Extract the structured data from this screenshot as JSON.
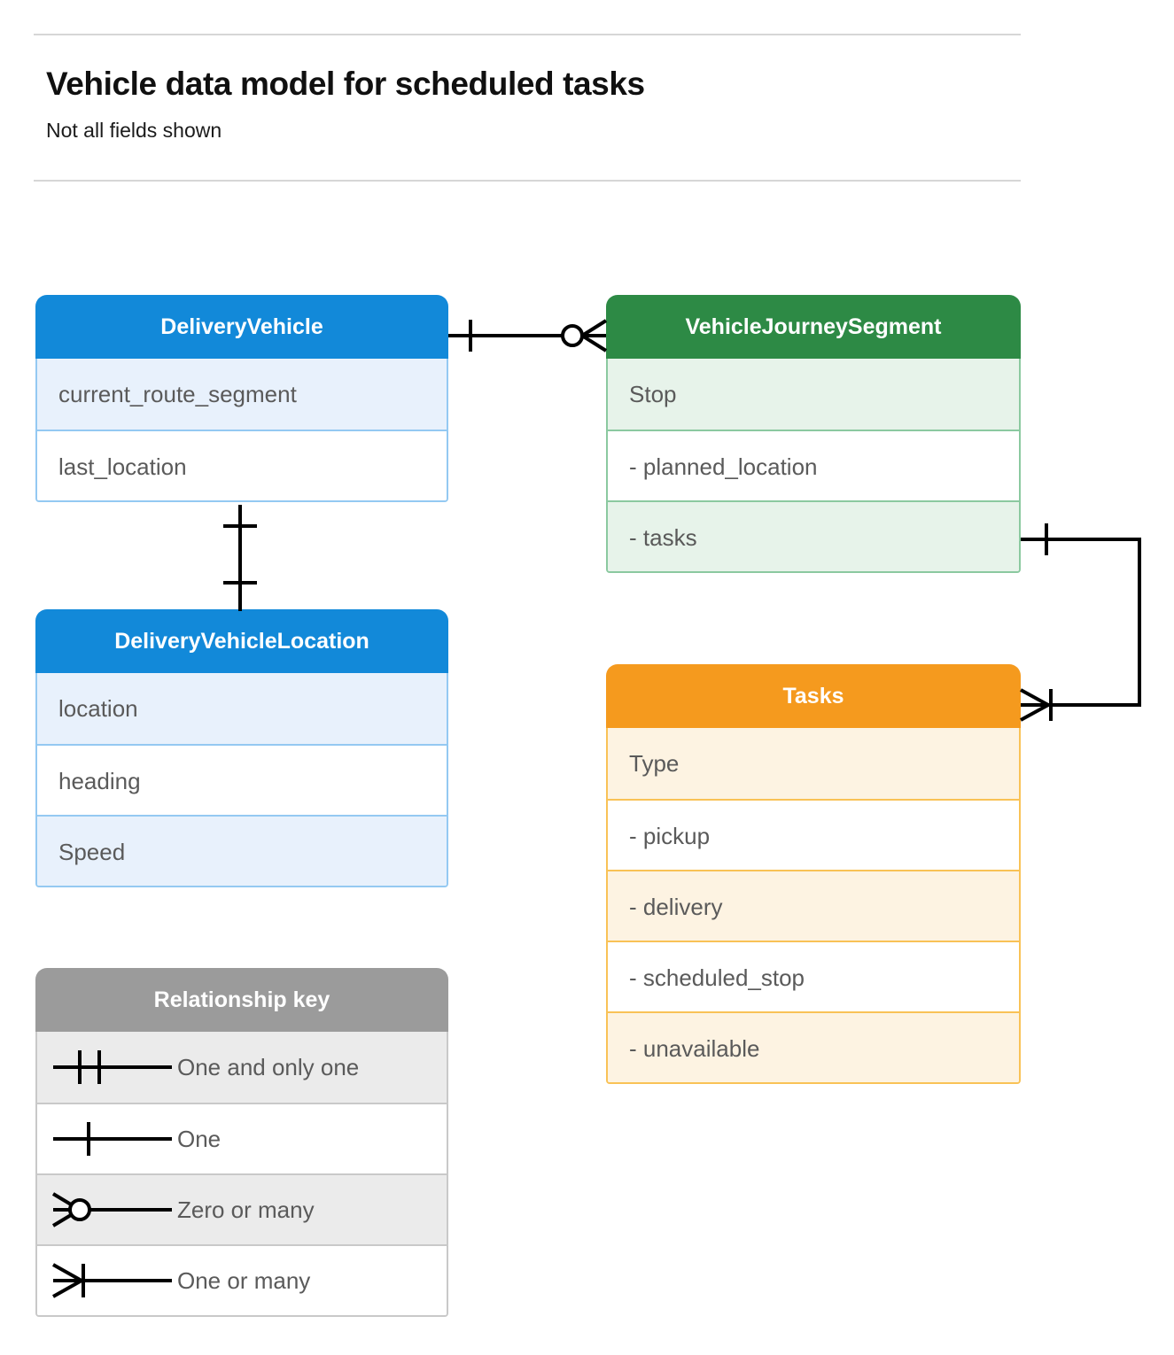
{
  "header": {
    "title": "Vehicle data model for scheduled tasks",
    "subtitle": "Not all fields shown"
  },
  "colors": {
    "blue_header": "#1289d9",
    "blue_tint": "#e8f1fc",
    "blue_border": "#94c9f2",
    "green_header": "#2d8a45",
    "green_tint": "#e7f3ea",
    "green_border": "#8bc9a0",
    "orange_header": "#f59a1e",
    "orange_tint": "#fdf3e2",
    "orange_border": "#f9c256",
    "gray_header": "#9b9b9b",
    "gray_tint": "#ebebeb",
    "gray_border": "#c9c9c9",
    "connector": "#000000",
    "rule": "#d6d6d6",
    "field_text": "#5a5a5a"
  },
  "entities": {
    "delivery_vehicle": {
      "name": "DeliveryVehicle",
      "fields": [
        "current_route_segment",
        "last_location"
      ]
    },
    "vehicle_journey_segment": {
      "name": "VehicleJourneySegment",
      "fields": [
        "Stop",
        "-  planned_location",
        "- tasks"
      ]
    },
    "delivery_vehicle_location": {
      "name": "DeliveryVehicleLocation",
      "fields": [
        "location",
        "heading",
        "Speed"
      ]
    },
    "tasks": {
      "name": "Tasks",
      "fields": [
        "Type",
        "-  pickup",
        "-  delivery",
        "-  scheduled_stop",
        "-  unavailable"
      ]
    }
  },
  "legend": {
    "title": "Relationship key",
    "items": [
      {
        "label": "One and only one",
        "symbol": "one-and-only-one-symbol"
      },
      {
        "label": "One",
        "symbol": "one-symbol"
      },
      {
        "label": "Zero or many",
        "symbol": "zero-or-many-symbol"
      },
      {
        "label": "One or many",
        "symbol": "one-or-many-symbol"
      }
    ]
  },
  "relationships": [
    {
      "from": "DeliveryVehicle",
      "to": "VehicleJourneySegment",
      "from_cardinality": "One",
      "to_cardinality": "Zero or many"
    },
    {
      "from": "DeliveryVehicle",
      "to": "DeliveryVehicleLocation",
      "from_cardinality": "One",
      "to_cardinality": "One"
    },
    {
      "from": "VehicleJourneySegment",
      "to": "Tasks",
      "from_cardinality": "One",
      "to_cardinality": "One or many"
    }
  ]
}
